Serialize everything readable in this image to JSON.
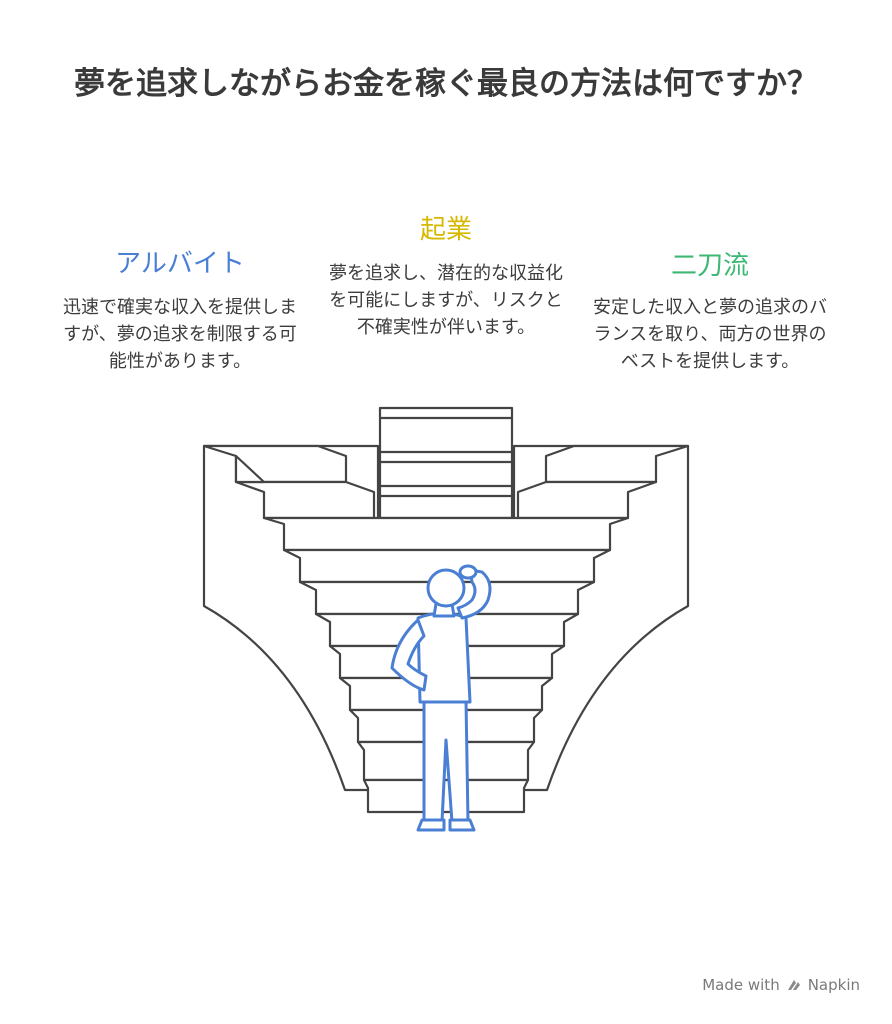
{
  "title": "夢を追求しながらお金を稼ぐ最良の方法は何ですか？",
  "options": {
    "left": {
      "heading": "アルバイト",
      "description": "迅速で確実な収入を提供しますが、夢の追求を制限する可能性があります。",
      "color": "#4a7fd4"
    },
    "center": {
      "heading": "起業",
      "description": "夢を追求し、潜在的な収益化を可能にしますが、リスクと不確実性が伴います。",
      "color": "#d6b800"
    },
    "right": {
      "heading": "二刀流",
      "description": "安定した収入と夢の追求のバランスを取り、両方の世界のベストを提供します。",
      "color": "#3db874"
    }
  },
  "colors": {
    "stairs_stroke": "#444444",
    "person_stroke": "#4a7fd4"
  },
  "footer": {
    "made_with": "Made with",
    "brand": "Napkin",
    "icon": "napkin-logo-icon"
  }
}
